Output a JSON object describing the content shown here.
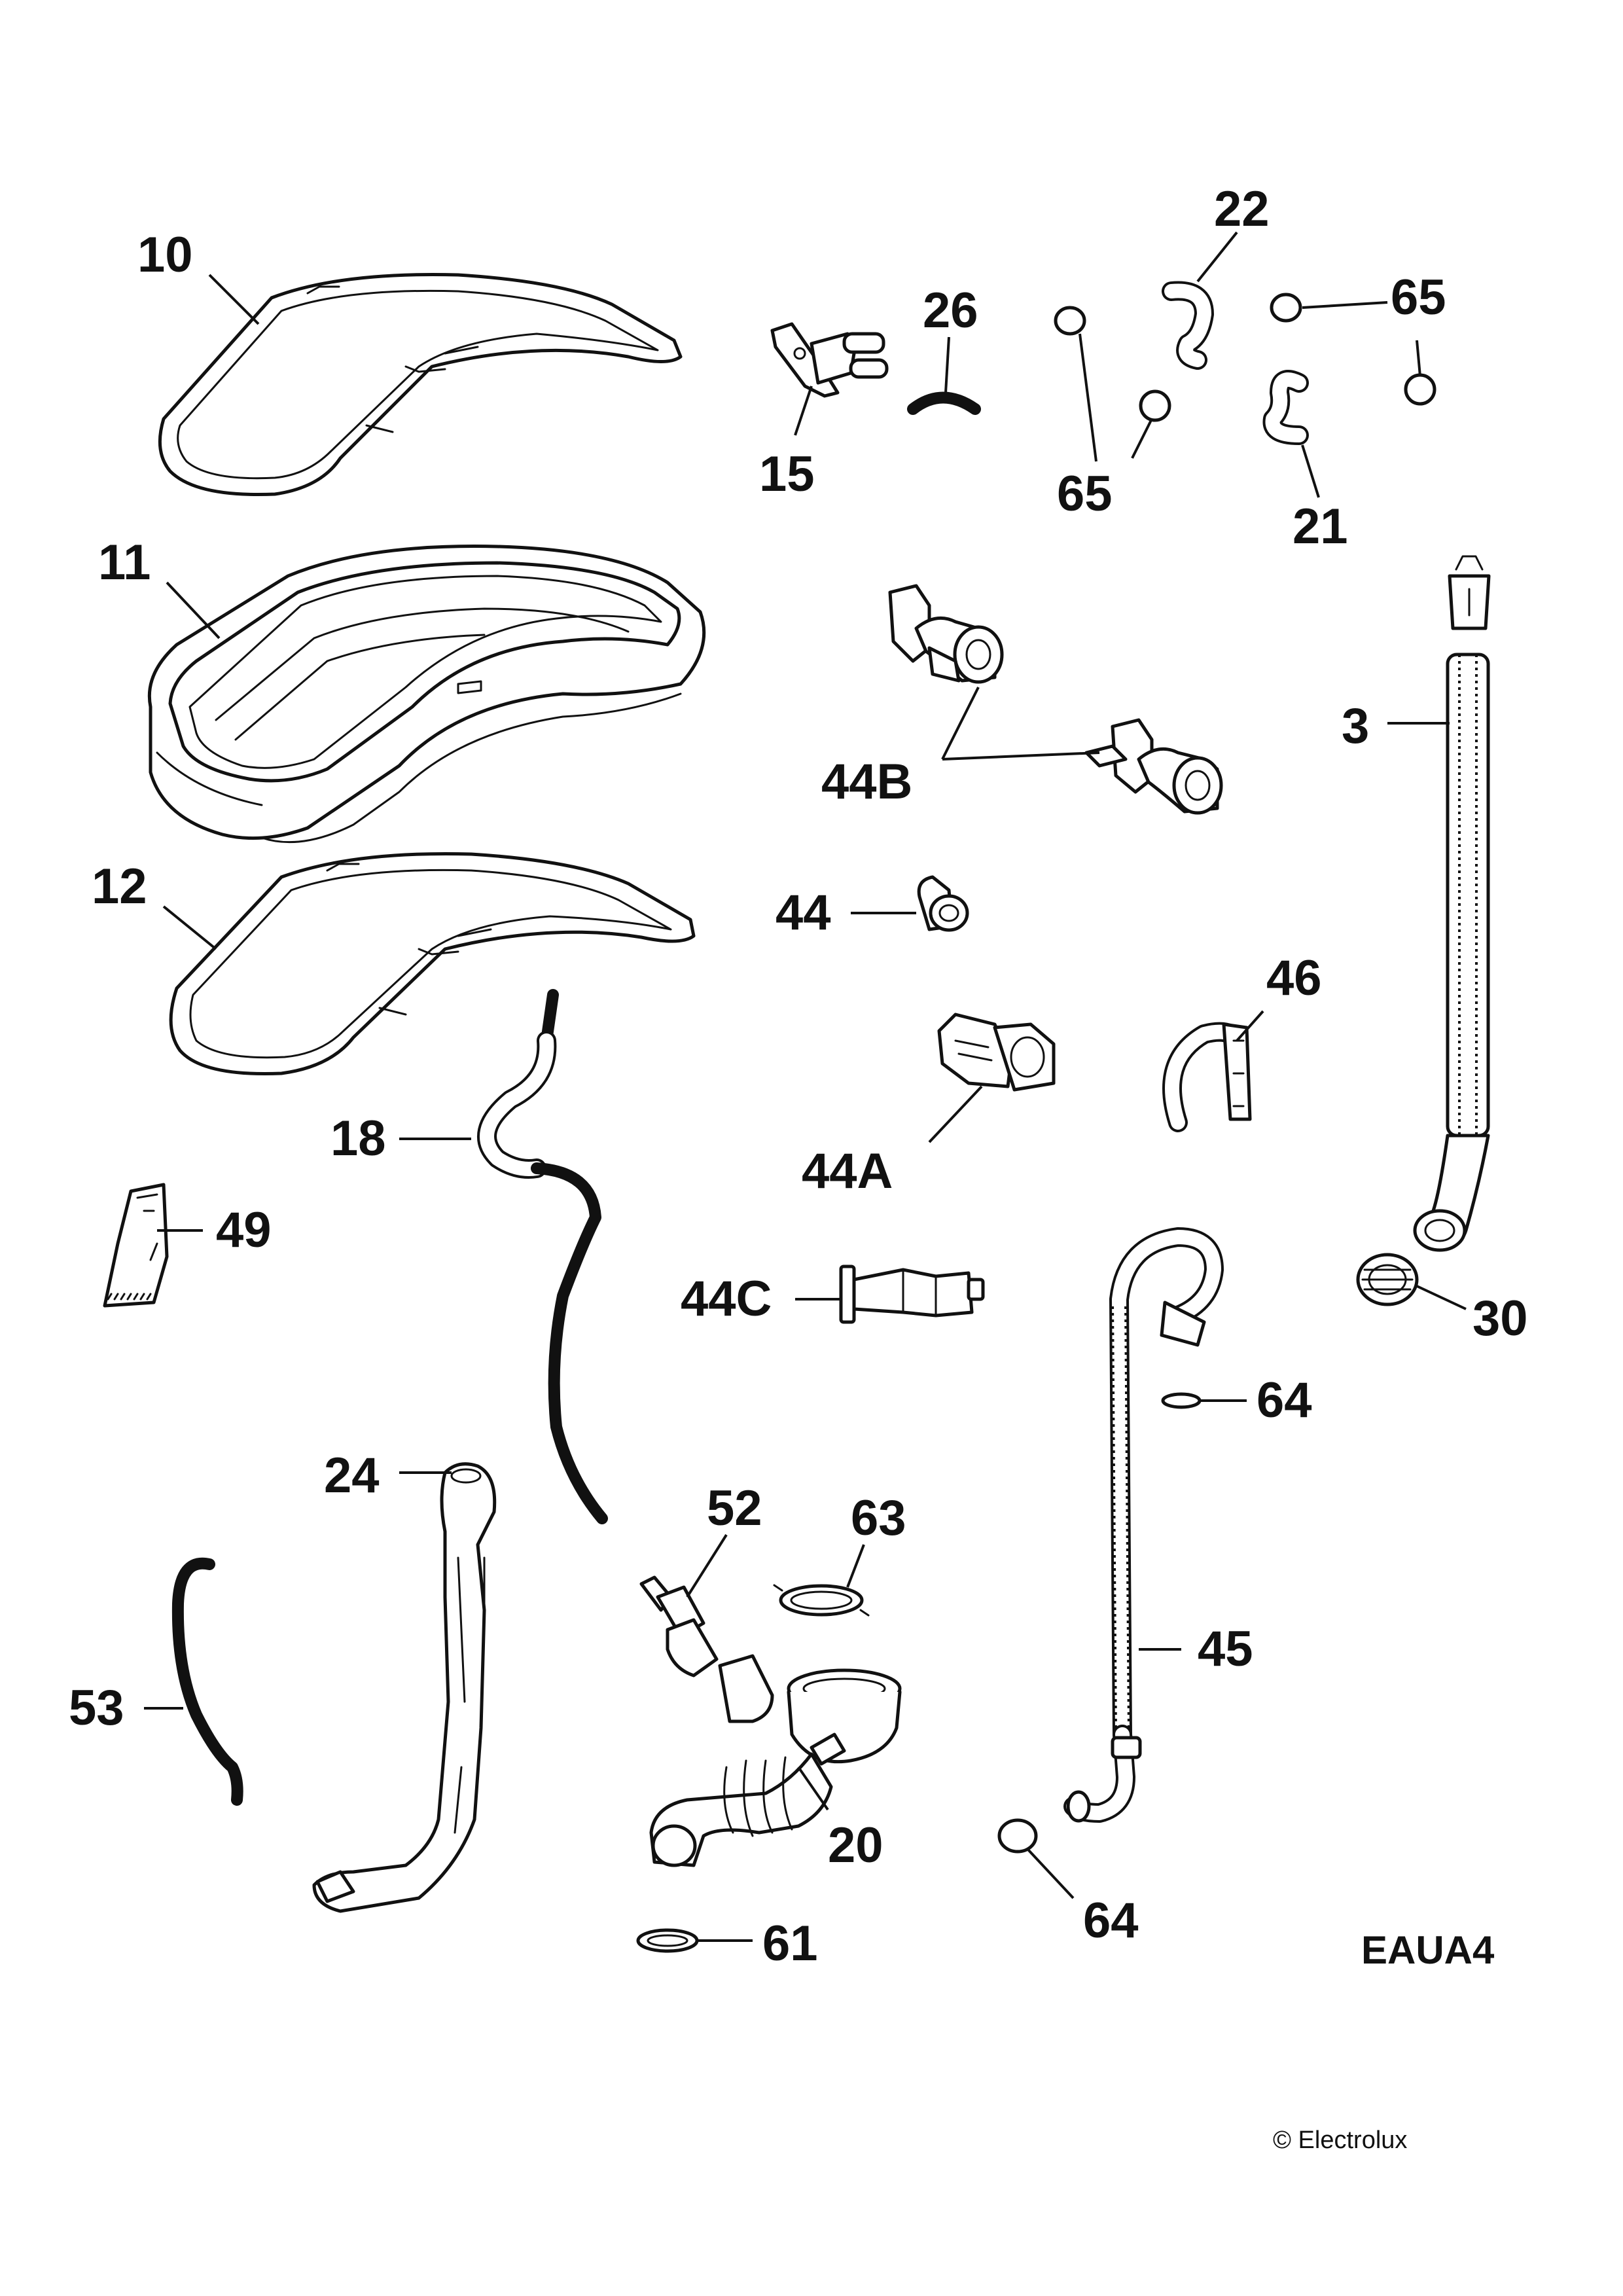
{
  "diagram": {
    "code": "EAUA4",
    "copyright": "© Electrolux",
    "callouts": [
      {
        "id": "p10",
        "label": "10",
        "part": "front frame gasket"
      },
      {
        "id": "p11",
        "label": "11",
        "part": "door seal bellows"
      },
      {
        "id": "p12",
        "label": "12",
        "part": "rear frame gasket"
      },
      {
        "id": "p15",
        "label": "15",
        "part": "inlet valve bracket"
      },
      {
        "id": "p26",
        "label": "26",
        "part": "short hose"
      },
      {
        "id": "p22",
        "label": "22",
        "part": "elbow hose"
      },
      {
        "id": "p65a",
        "label": "65",
        "part": "hose clip"
      },
      {
        "id": "p65b",
        "label": "65",
        "part": "hose clip"
      },
      {
        "id": "p21",
        "label": "21",
        "part": "elbow hose"
      },
      {
        "id": "p3",
        "label": "3",
        "part": "corrugated hose"
      },
      {
        "id": "p44b",
        "label": "44B",
        "part": "hose clamp assembly"
      },
      {
        "id": "p44",
        "label": "44",
        "part": "hose clamp"
      },
      {
        "id": "p46",
        "label": "46",
        "part": "hose guide"
      },
      {
        "id": "p44a",
        "label": "44A",
        "part": "clamp"
      },
      {
        "id": "p18",
        "label": "18",
        "part": "pressure hose"
      },
      {
        "id": "p49",
        "label": "49",
        "part": "bracket"
      },
      {
        "id": "p44c",
        "label": "44C",
        "part": "clamp"
      },
      {
        "id": "p30",
        "label": "30",
        "part": "ring nut"
      },
      {
        "id": "p64a",
        "label": "64",
        "part": "hose clip"
      },
      {
        "id": "p24",
        "label": "24",
        "part": "drain hose"
      },
      {
        "id": "p52",
        "label": "52",
        "part": "valve"
      },
      {
        "id": "p63",
        "label": "63",
        "part": "clamp"
      },
      {
        "id": "p45",
        "label": "45",
        "part": "drain hose"
      },
      {
        "id": "p53",
        "label": "53",
        "part": "tube"
      },
      {
        "id": "p20",
        "label": "20",
        "part": "sump hose"
      },
      {
        "id": "p64b",
        "label": "64",
        "part": "hose clip"
      },
      {
        "id": "p61",
        "label": "61",
        "part": "clamp"
      }
    ]
  }
}
